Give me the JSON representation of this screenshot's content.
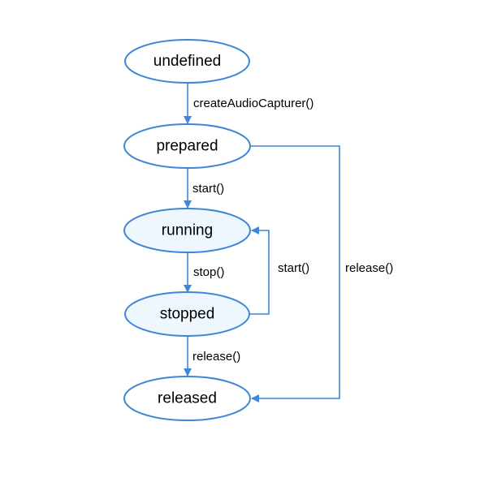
{
  "diagram": {
    "stroke_color": "#3d87d6",
    "plain_fill": "#ffffff",
    "highlight_fill": "#eef7fd",
    "states": {
      "undefined": "undefined",
      "prepared": "prepared",
      "running": "running",
      "stopped": "stopped",
      "released": "released"
    },
    "highlighted_states": [
      "running",
      "stopped"
    ],
    "transitions": {
      "undefined_to_prepared": "createAudioCapturer()",
      "prepared_to_running": "start()",
      "running_to_stopped": "stop()",
      "stopped_to_running": "start()",
      "stopped_to_released": "release()",
      "prepared_to_released": "release()"
    }
  }
}
